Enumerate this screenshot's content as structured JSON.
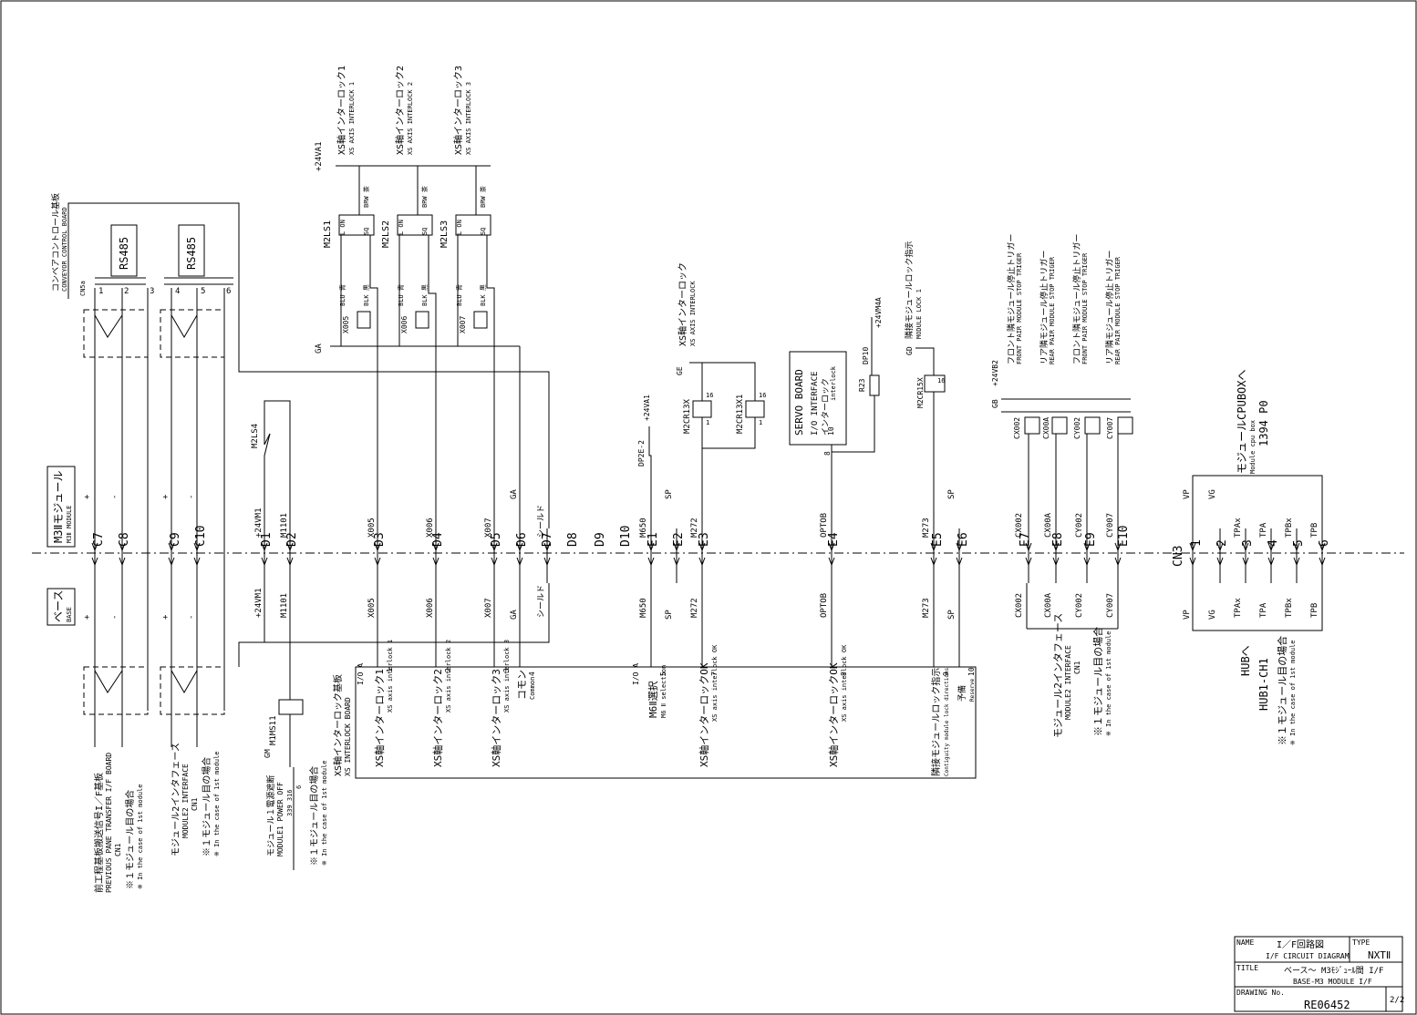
{
  "title_block": {
    "name_label": "NAME",
    "name_jp": "I／F回路図",
    "name_en": "I/F CIRCUIT DIAGRAM",
    "type_label": "TYPE",
    "type_value": "NXTⅡ",
    "title_label": "TITLE",
    "title_jp": "ベース～ M3ﾓｼﾞｭｰﾙ間 I/F",
    "title_en": "BASE-M3 MODULE I/F",
    "drawing_label": "DRAWING No.",
    "drawing_no": "RE06452",
    "sheet": "2/2"
  },
  "modules": {
    "m3_jp": "M3Ⅱモジュール",
    "m3_en": "M3Ⅱ MODULE",
    "base_jp": "ベース",
    "base_en": "BASE"
  },
  "conveyor": {
    "title_jp": "コンベアコントロール基板",
    "title_en": "CONVEYOR CONTROL BOARD",
    "connector": "CN5a",
    "rs485_a": "RS485",
    "rs485_b": "RS485",
    "pins": [
      "1",
      "2",
      "3",
      "4",
      "5",
      "6"
    ]
  },
  "interlocks": [
    {
      "jp": "XS軸インターロック1",
      "en": "XS AXIS INTERLOCK 1",
      "ls": "M2LS1",
      "x": "X005",
      "blu": "BLU 青",
      "blk": "BLK 黒",
      "brw": "BRW 茶",
      "lon": "L ON",
      "sq": "SQ"
    },
    {
      "jp": "XS軸インターロック2",
      "en": "XS AXIS INTERLOCK 2",
      "ls": "M2LS2",
      "x": "X006",
      "blu": "BLU 青",
      "blk": "BLK 黒",
      "brw": "BRW 茶",
      "lon": "L ON",
      "sq": "SQ"
    },
    {
      "jp": "XS軸インターロック3",
      "en": "XS AXIS INTERLOCK 3",
      "ls": "M2LS3",
      "x": "X007",
      "blu": "BLU 青",
      "blk": "BLK 黒",
      "brw": "BRW 茶",
      "lon": "L ON",
      "sq": "SQ"
    }
  ],
  "supply": {
    "v24a1": "+24VA1",
    "ga": "GA",
    "v24v4a": "+24VM4A",
    "v24b2": "+24VB2",
    "gb": "GB",
    "gd": "GD",
    "ge": "GE",
    "v24m1": "+24VM1"
  },
  "xs_interlock_relay": {
    "jp": "XS軸インターロック",
    "en": "XS AXIS INTERLOCK",
    "ge": "GE",
    "relay1": "M2CR13X",
    "relay2": "M2CR13X1",
    "dp": "DP2E-2",
    "v": "+24VA1",
    "pin16": "16",
    "pin1": "1"
  },
  "servo": {
    "title": "SERVO BOARD",
    "io": "I/O INTERFACE",
    "jp": "インターロック",
    "sub": "interlock",
    "pin": "10",
    "dp": "DP10",
    "r": "R23",
    "pin8": "8"
  },
  "lock": {
    "jp": "隣接モジュールロック指示",
    "en": "MODULE LOCK 1",
    "gd": "GD",
    "relay": "M2CR15X",
    "pin16": "16"
  },
  "cy_triggers": [
    {
      "jp": "フロント隣モジュール停止トリガー",
      "en": "FRONT PAIR MODULE STOP TRIGER",
      "x": "CX002"
    },
    {
      "jp": "リア隣モジュール停止トリガー",
      "en": "REAR PAIR MODULE STOP TRIGER",
      "x": "CX00A"
    },
    {
      "jp": "フロント隣モジュール停止トリガー",
      "en": "FRONT PAIR MODULE STOP TRIGER",
      "x": "CY002"
    },
    {
      "jp": "リア隣モジュール停止トリガー",
      "en": "REAR PAIR MODULE STOP TRIGER",
      "x": "CY007"
    }
  ],
  "cpubox": {
    "jp": "モジュールCPUBOXへ",
    "en": "Module cpu box",
    "code": "1394 P0"
  },
  "upper_signals": [
    "+",
    "-",
    "+",
    "-",
    "+24VM1",
    "M1101",
    "X005",
    "X006",
    "X007",
    "GA",
    "シールド",
    "M650",
    "SP",
    "M272",
    "OPTOB",
    "M273",
    "SP",
    "CX002",
    "CX00A",
    "CY002",
    "CY007",
    "VP",
    "VG",
    "TPAx",
    "TPA",
    "TPBx",
    "TPB"
  ],
  "pins_row": [
    "C7",
    "C8",
    "C9",
    "C10",
    "D1",
    "D2",
    "D3",
    "D4",
    "D5",
    "D6",
    "D7",
    "D8",
    "D9",
    "D10",
    "E1",
    "E2",
    "E3",
    "E4",
    "E5",
    "E6",
    "E7",
    "E8",
    "E9",
    "E10",
    "CN3",
    "1",
    "2",
    "3",
    "4",
    "5",
    "6"
  ],
  "lower_signals": [
    "+",
    "-",
    "+",
    "-",
    "+24VM1",
    "M1101",
    "X005",
    "X006",
    "X007",
    "GA",
    "シールド",
    "M650",
    "SP",
    "M272",
    "OPTOB",
    "M273",
    "SP",
    "CX002",
    "CX00A",
    "CY002",
    "CY007",
    "VP",
    "VG",
    "TPAx",
    "TPA",
    "TPBx",
    "TPB"
  ],
  "m2ls4": "M2LS4",
  "power": {
    "relay": "M1MS11",
    "gm": "GM",
    "jp": "モジュール１電源遮断",
    "en": "MODULE1 POWER OFF",
    "pins": "339  316",
    "pin6": "6",
    "case_jp": "※１モジュール目の場合",
    "case_en": "※ In the case of 1st module"
  },
  "bottom_left": [
    {
      "jp": "前工程基板搬送信号I／F基板",
      "en": "PREVIOUS PANE TRANSFER I/F BOARD",
      "cn": "CN1"
    },
    {
      "case_jp": "※１モジュール目の場合",
      "case_en": "※ In the case of 1st module"
    },
    {
      "jp": "モジュール2インタフェース",
      "en": "MODULE2 INTERFACE",
      "cn": "CN1"
    },
    {
      "case_jp": "※１モジュール目の場合",
      "case_en": "※ In the case of 1st module"
    }
  ],
  "xs_board": {
    "title_jp": "XS軸インターロック基板",
    "title_en": "XS INTERLOCK BOARD",
    "io": "I/O A",
    "items": [
      {
        "jp": "XS軸インターロック1",
        "en": "XS axis interlock 1",
        "pin": "1"
      },
      {
        "jp": "XS軸インターロック2",
        "en": "XS axis interlock 2",
        "pin": "2"
      },
      {
        "jp": "XS軸インターロック3",
        "en": "XS axis interlock 3",
        "pin": "3"
      },
      {
        "jp": "コモン",
        "en": "Common",
        "pin": "4"
      }
    ],
    "io2": "I/O A",
    "m6_jp": "M6Ⅱ選択",
    "m6_en": "M6 Ⅱ selection",
    "m6_pin": "5",
    "ok1_jp": "XS軸インターロックOK",
    "ok1_en": "XS axis interlock OK",
    "ok1_pin": "7",
    "ok2_jp": "XS軸インターロックOK",
    "ok2_en": "XS axis interlock OK",
    "ok2_pin": "8",
    "lk_jp": "隣接モジュールロック指示",
    "lk_en": "Contiguity module lock directions",
    "lk_pin": "9",
    "rs_jp": "予備",
    "rs_en": "Reserve",
    "rs_pin": "10"
  },
  "module2_if": {
    "jp": "モジュール2インタフェース",
    "en": "MODULE2 INTERFACE",
    "cn": "CN1",
    "case_jp": "※１モジュール目の場合",
    "case_en": "※ In the case of 1st module"
  },
  "hub": {
    "jp": "HUBへ",
    "ch": "HUB1-CH1",
    "case_jp": "※１モジュール目の場合",
    "case_en": "※ In the case of 1st module"
  }
}
